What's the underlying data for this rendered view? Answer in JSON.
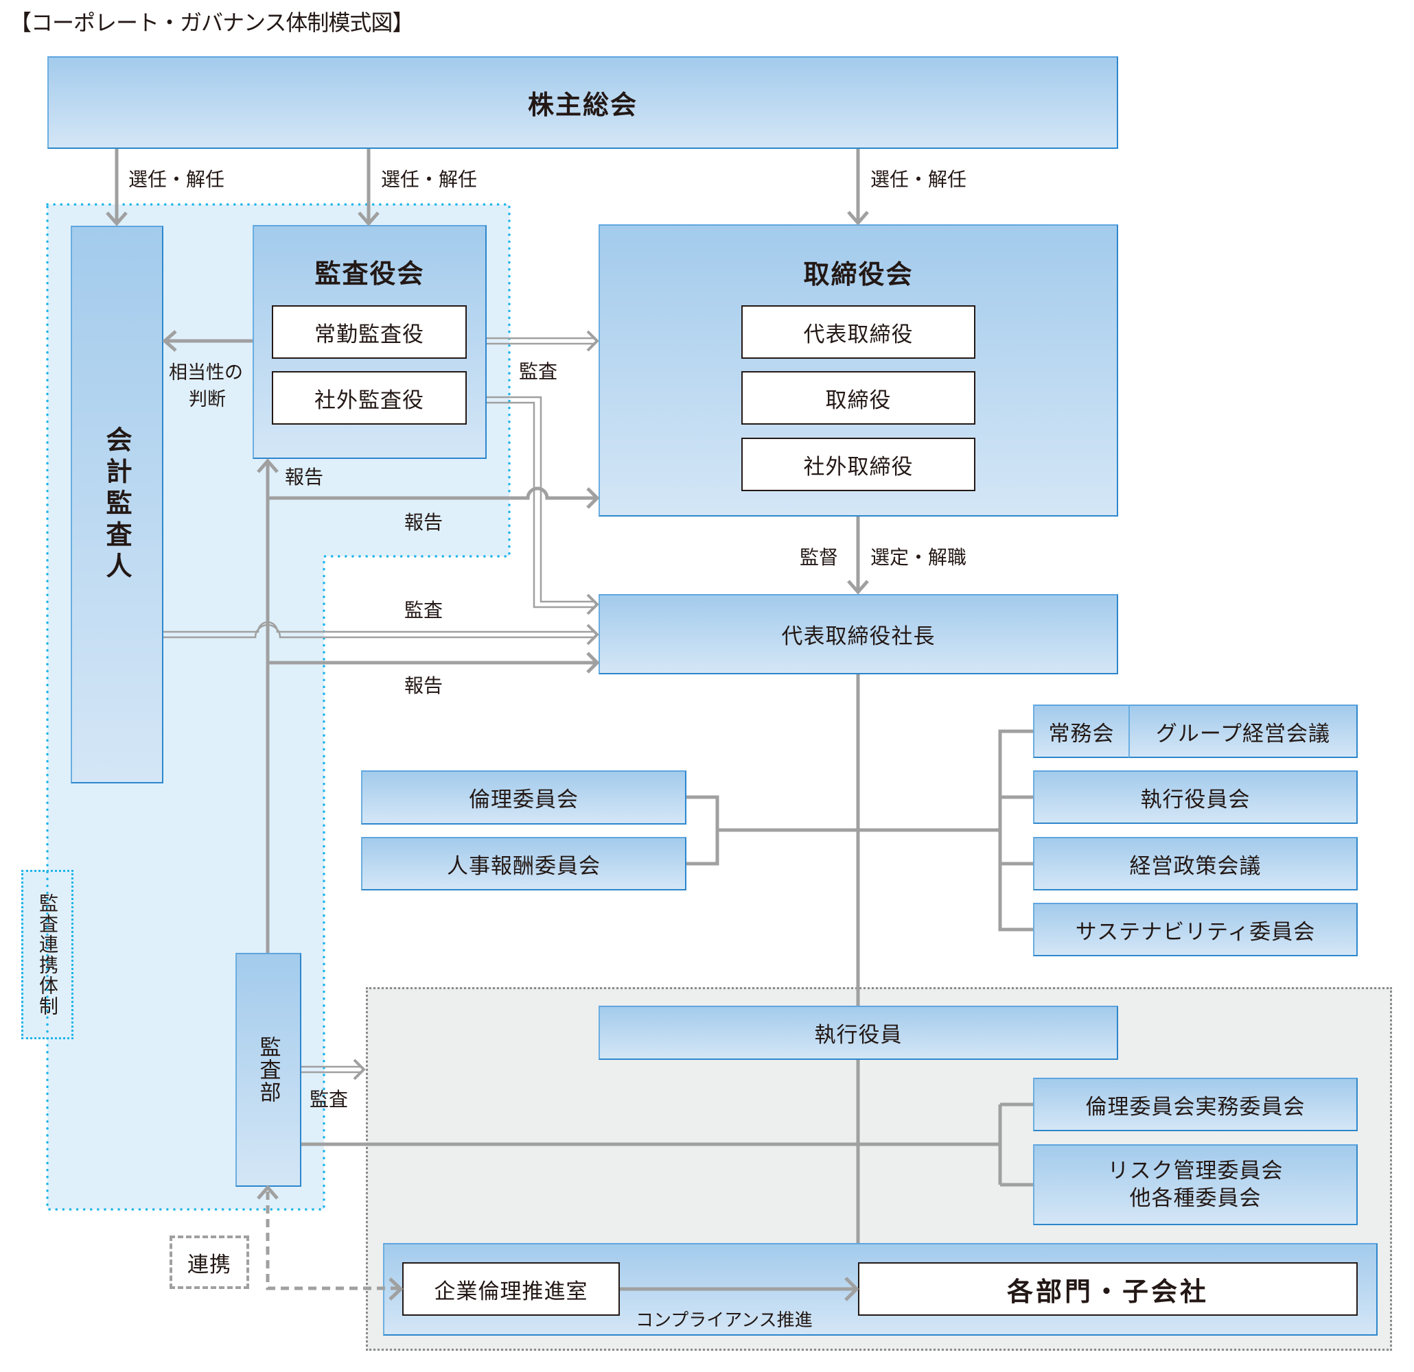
{
  "title": "【コーポレート・ガバナンス体制模式図】",
  "nodes": {
    "shareholders_meeting": "株主総会",
    "accounting_auditor": "会計監査人",
    "audit_board": {
      "title": "監査役会",
      "members": [
        "常勤監査役",
        "社外監査役"
      ]
    },
    "board_of_directors": {
      "title": "取締役会",
      "members": [
        "代表取締役",
        "取締役",
        "社外取締役"
      ]
    },
    "president": "代表取締役社長",
    "left_committees": [
      "倫理委員会",
      "人事報酬委員会"
    ],
    "right_committees": [
      {
        "left": "常務会",
        "right": "グループ経営会議"
      },
      {
        "label": "執行役員会"
      },
      {
        "label": "経営政策会議"
      },
      {
        "label": "サステナビリティ委員会"
      }
    ],
    "executive_officers": "執行役員",
    "lower_committees": [
      "倫理委員会実務委員会",
      "リスク管理委員会\n他各種委員会"
    ],
    "lower_committee_lines": [
      "リスク管理委員会",
      "他各種委員会"
    ],
    "audit_dept": "監査部",
    "audit_collab_system": "監査連携体制",
    "collaboration": "連携",
    "ethics_office": "企業倫理推進室",
    "divisions": "各部門・子会社"
  },
  "labels": {
    "appoint_dismiss_1": "選任・解任",
    "appoint_dismiss_2": "選任・解任",
    "appoint_dismiss_3": "選任・解任",
    "adequacy_line1": "相当性の",
    "adequacy_line2": "判断",
    "audit_to_board": "監査",
    "report_to_audit_board": "報告",
    "report_to_board": "報告",
    "audit_by_accountant": "監査",
    "report_to_president": "報告",
    "supervise": "監督",
    "select_dismiss": "選定・解職",
    "audit_by_dept": "監査",
    "compliance_promotion": "コンプライアンス推進"
  },
  "colors": {
    "box_gradient_top": "#a3cbec",
    "box_gradient_bottom": "#d4e6f6",
    "box_border": "#2c86cc",
    "audit_region": "#dff0fb",
    "audit_region_dots": "#1eb4e8",
    "exec_region": "#edeeee",
    "connector": "#a0a0a0",
    "text": "#231815"
  }
}
